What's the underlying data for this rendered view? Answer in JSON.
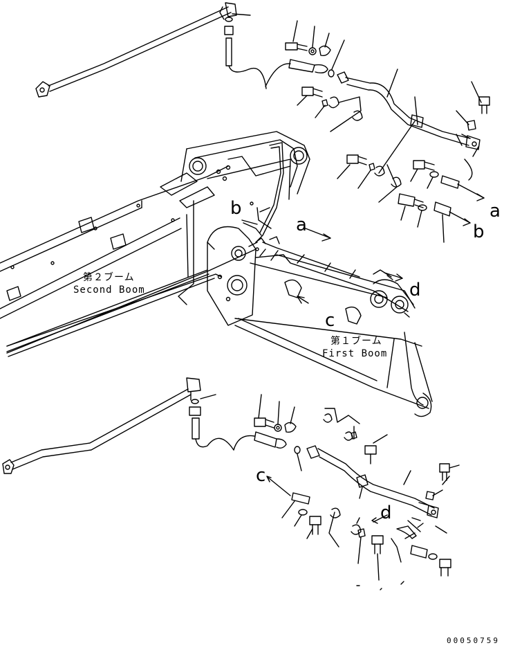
{
  "diagram": {
    "labels": {
      "a": "a",
      "b": "b",
      "c": "c",
      "d": "d"
    },
    "second_boom_jp": "第２ブーム",
    "second_boom_en": "Second Boom",
    "first_boom_jp": "第１ブーム",
    "first_boom_en": "First Boom",
    "drawing_code": "00050759"
  },
  "colors": {
    "ink": "#000000",
    "paper": "#ffffff"
  }
}
